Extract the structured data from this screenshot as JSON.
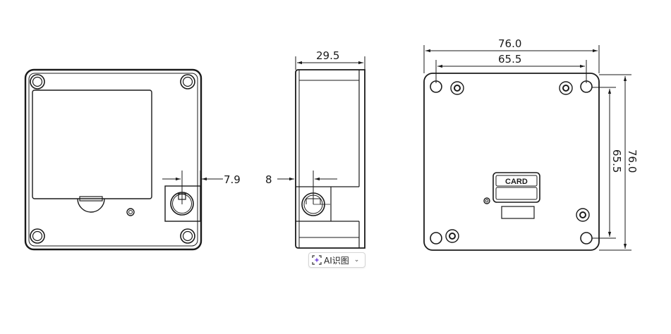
{
  "drawing": {
    "front_view": {
      "dimension_connector_offset": "7.9"
    },
    "side_view": {
      "dimension_depth": "29.5",
      "dimension_connector_offset": "8"
    },
    "back_view": {
      "dimension_width_outer": "76.0",
      "dimension_width_holes": "65.5",
      "dimension_height_outer": "76.0",
      "dimension_height_holes": "65.5",
      "card_label": "CARD"
    },
    "colors": {
      "line": "#1a1a1a",
      "background": "#ffffff",
      "ai_accent": "#7b4ee0"
    }
  },
  "overlay": {
    "ai_button_label": "AI识图",
    "ai_icon": "ai-scan-icon",
    "chevron_icon": "chevron-down-icon"
  }
}
